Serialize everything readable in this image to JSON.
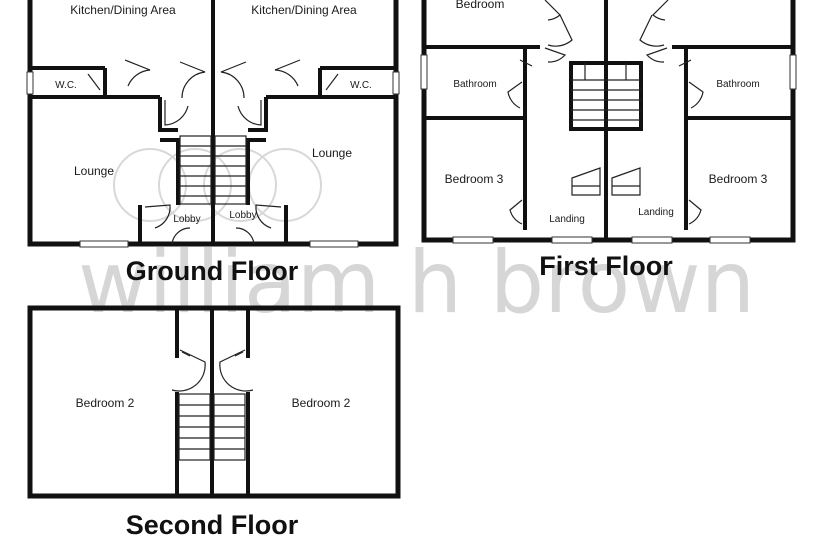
{
  "watermark": {
    "text": "william h brown"
  },
  "floors": {
    "ground": {
      "title": "Ground Floor",
      "rooms": {
        "kitchen_left": "Kitchen/Dining Area",
        "kitchen_right": "Kitchen/Dining Area",
        "wc_left": "W.C.",
        "wc_right": "W.C.",
        "lounge_left": "Lounge",
        "lounge_right": "Lounge",
        "lobby_left": "Lobby",
        "lobby_right": "Lobby"
      }
    },
    "first": {
      "title": "First Floor",
      "rooms": {
        "bedroom_left": "Bedroom",
        "bathroom_left": "Bathroom",
        "bathroom_right": "Bathroom",
        "bedroom3_left": "Bedroom 3",
        "bedroom3_right": "Bedroom 3",
        "landing_left": "Landing",
        "landing_right": "Landing"
      }
    },
    "second": {
      "title": "Second Floor",
      "rooms": {
        "bedroom2_left": "Bedroom 2",
        "bedroom2_right": "Bedroom 2"
      }
    }
  }
}
